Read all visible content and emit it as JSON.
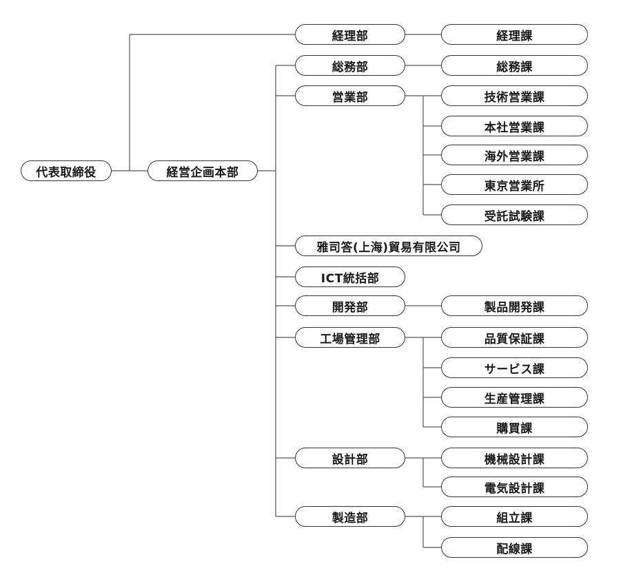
{
  "diagram": {
    "line_color": "#555555",
    "root": "代表取締役",
    "headquarters": "経営企画本部",
    "accounting": {
      "dept": "経理部",
      "section": "経理課"
    },
    "general_affairs": {
      "dept": "総務部",
      "section": "総務課"
    },
    "sales": {
      "dept": "営業部",
      "sections": [
        "技術営業課",
        "本社営業課",
        "海外営業課",
        "東京営業所",
        "受託試験課"
      ]
    },
    "shanghai": "雅司答(上海)貿易有限公司",
    "ict": "ICT統括部",
    "development": {
      "dept": "開発部",
      "section": "製品開発課"
    },
    "factory": {
      "dept": "工場管理部",
      "sections": [
        "品質保証課",
        "サービス課",
        "生産管理課",
        "購買課"
      ]
    },
    "design": {
      "dept": "設計部",
      "sections": [
        "機械設計課",
        "電気設計課"
      ]
    },
    "manufacturing": {
      "dept": "製造部",
      "sections": [
        "組立課",
        "配線課"
      ]
    }
  }
}
